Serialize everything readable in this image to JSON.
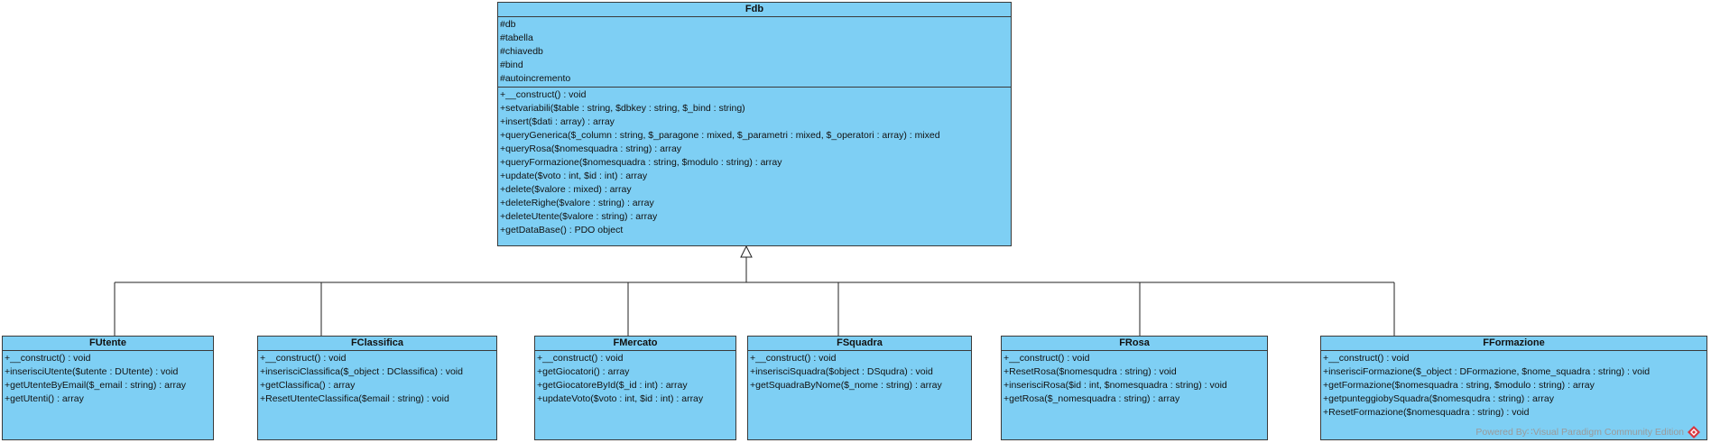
{
  "base_class": {
    "name": "Fdb",
    "attributes": [
      "#db",
      "#tabella",
      "#chiavedb",
      "#bind",
      "#autoincremento"
    ],
    "methods": [
      "+__construct() : void",
      "+setvariabili($table : string, $dbkey : string, $_bind : string)",
      "+insert($dati : array) : array",
      "+queryGenerica($_column : string, $_paragone : mixed, $_parametri : mixed, $_operatori : array) : mixed",
      "+queryRosa($nomesquadra : string) : array",
      "+queryFormazione($nomesquadra : string, $modulo : string) : array",
      "+update($voto : int, $id : int) : array",
      "+delete($valore : mixed) : array",
      "+deleteRighe($valore : string) : array",
      "+deleteUtente($valore : string) : array",
      "+getDataBase() : PDO object"
    ]
  },
  "subclasses": [
    {
      "name": "FUtente",
      "methods": [
        "+__construct() : void",
        "+inserisciUtente($utente : DUtente) : void",
        "+getUtenteByEmail($_email : string) : array",
        "+getUtenti() : array"
      ]
    },
    {
      "name": "FClassifica",
      "methods": [
        "+__construct() : void",
        "+inserisciClassifica($_object : DClassifica) : void",
        "+getClassifica() : array",
        "+ResetUtenteClassifica($email : string) : void"
      ]
    },
    {
      "name": "FMercato",
      "methods": [
        "+__construct() : void",
        "+getGiocatori() : array",
        "+getGiocatoreById($_id : int) : array",
        "+updateVoto($voto : int, $id : int) : array"
      ]
    },
    {
      "name": "FSquadra",
      "methods": [
        "+__construct() : void",
        "+inserisciSquadra($object : DSqudra) : void",
        "+getSquadraByNome($_nome : string) : array"
      ]
    },
    {
      "name": "FRosa",
      "methods": [
        "+__construct() : void",
        "+ResetRosa($nomesqudra : string) : void",
        "+inserisciRosa($id : int, $nomesquadra : string) : void",
        "+getRosa($_nomesquadra : string) : array"
      ]
    },
    {
      "name": "FFormazione",
      "methods": [
        "+__construct() : void",
        "+inserisciFormazione($_object : DFormazione, $nome_squadra : string) : void",
        "+getFormazione($nomesquadra : string, $modulo : string) : array",
        "+getpunteggiobySquadra($nomesqudra : string) : array",
        "+ResetFormazione($nomesquadra : string) : void"
      ]
    }
  ],
  "watermark": "Powered By∷Visual Paradigm Community Edition",
  "colors": {
    "class_fill": "#7ecff4",
    "border": "#3a3a3a"
  }
}
